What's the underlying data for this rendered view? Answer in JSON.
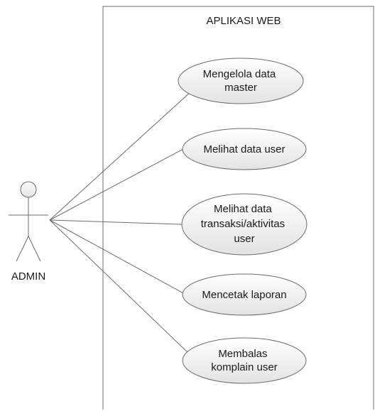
{
  "system": {
    "title": "APLIKASI WEB"
  },
  "actor": {
    "label": "ADMIN"
  },
  "use_cases": [
    {
      "id": "uc1",
      "lines": [
        "Mengelola data",
        "master"
      ]
    },
    {
      "id": "uc2",
      "lines": [
        "Melihat data user"
      ]
    },
    {
      "id": "uc3",
      "lines": [
        "Melihat data",
        "transaksi/aktivitas",
        "user"
      ]
    },
    {
      "id": "uc4",
      "lines": [
        "Mencetak laporan"
      ]
    },
    {
      "id": "uc5",
      "lines": [
        "Membalas",
        "komplain user"
      ]
    }
  ],
  "colors": {
    "line": "#6b6b6b",
    "ellipse_fill_top": "#ffffff",
    "ellipse_fill_bottom": "#e6e6e6",
    "text": "#1a1a1a"
  }
}
